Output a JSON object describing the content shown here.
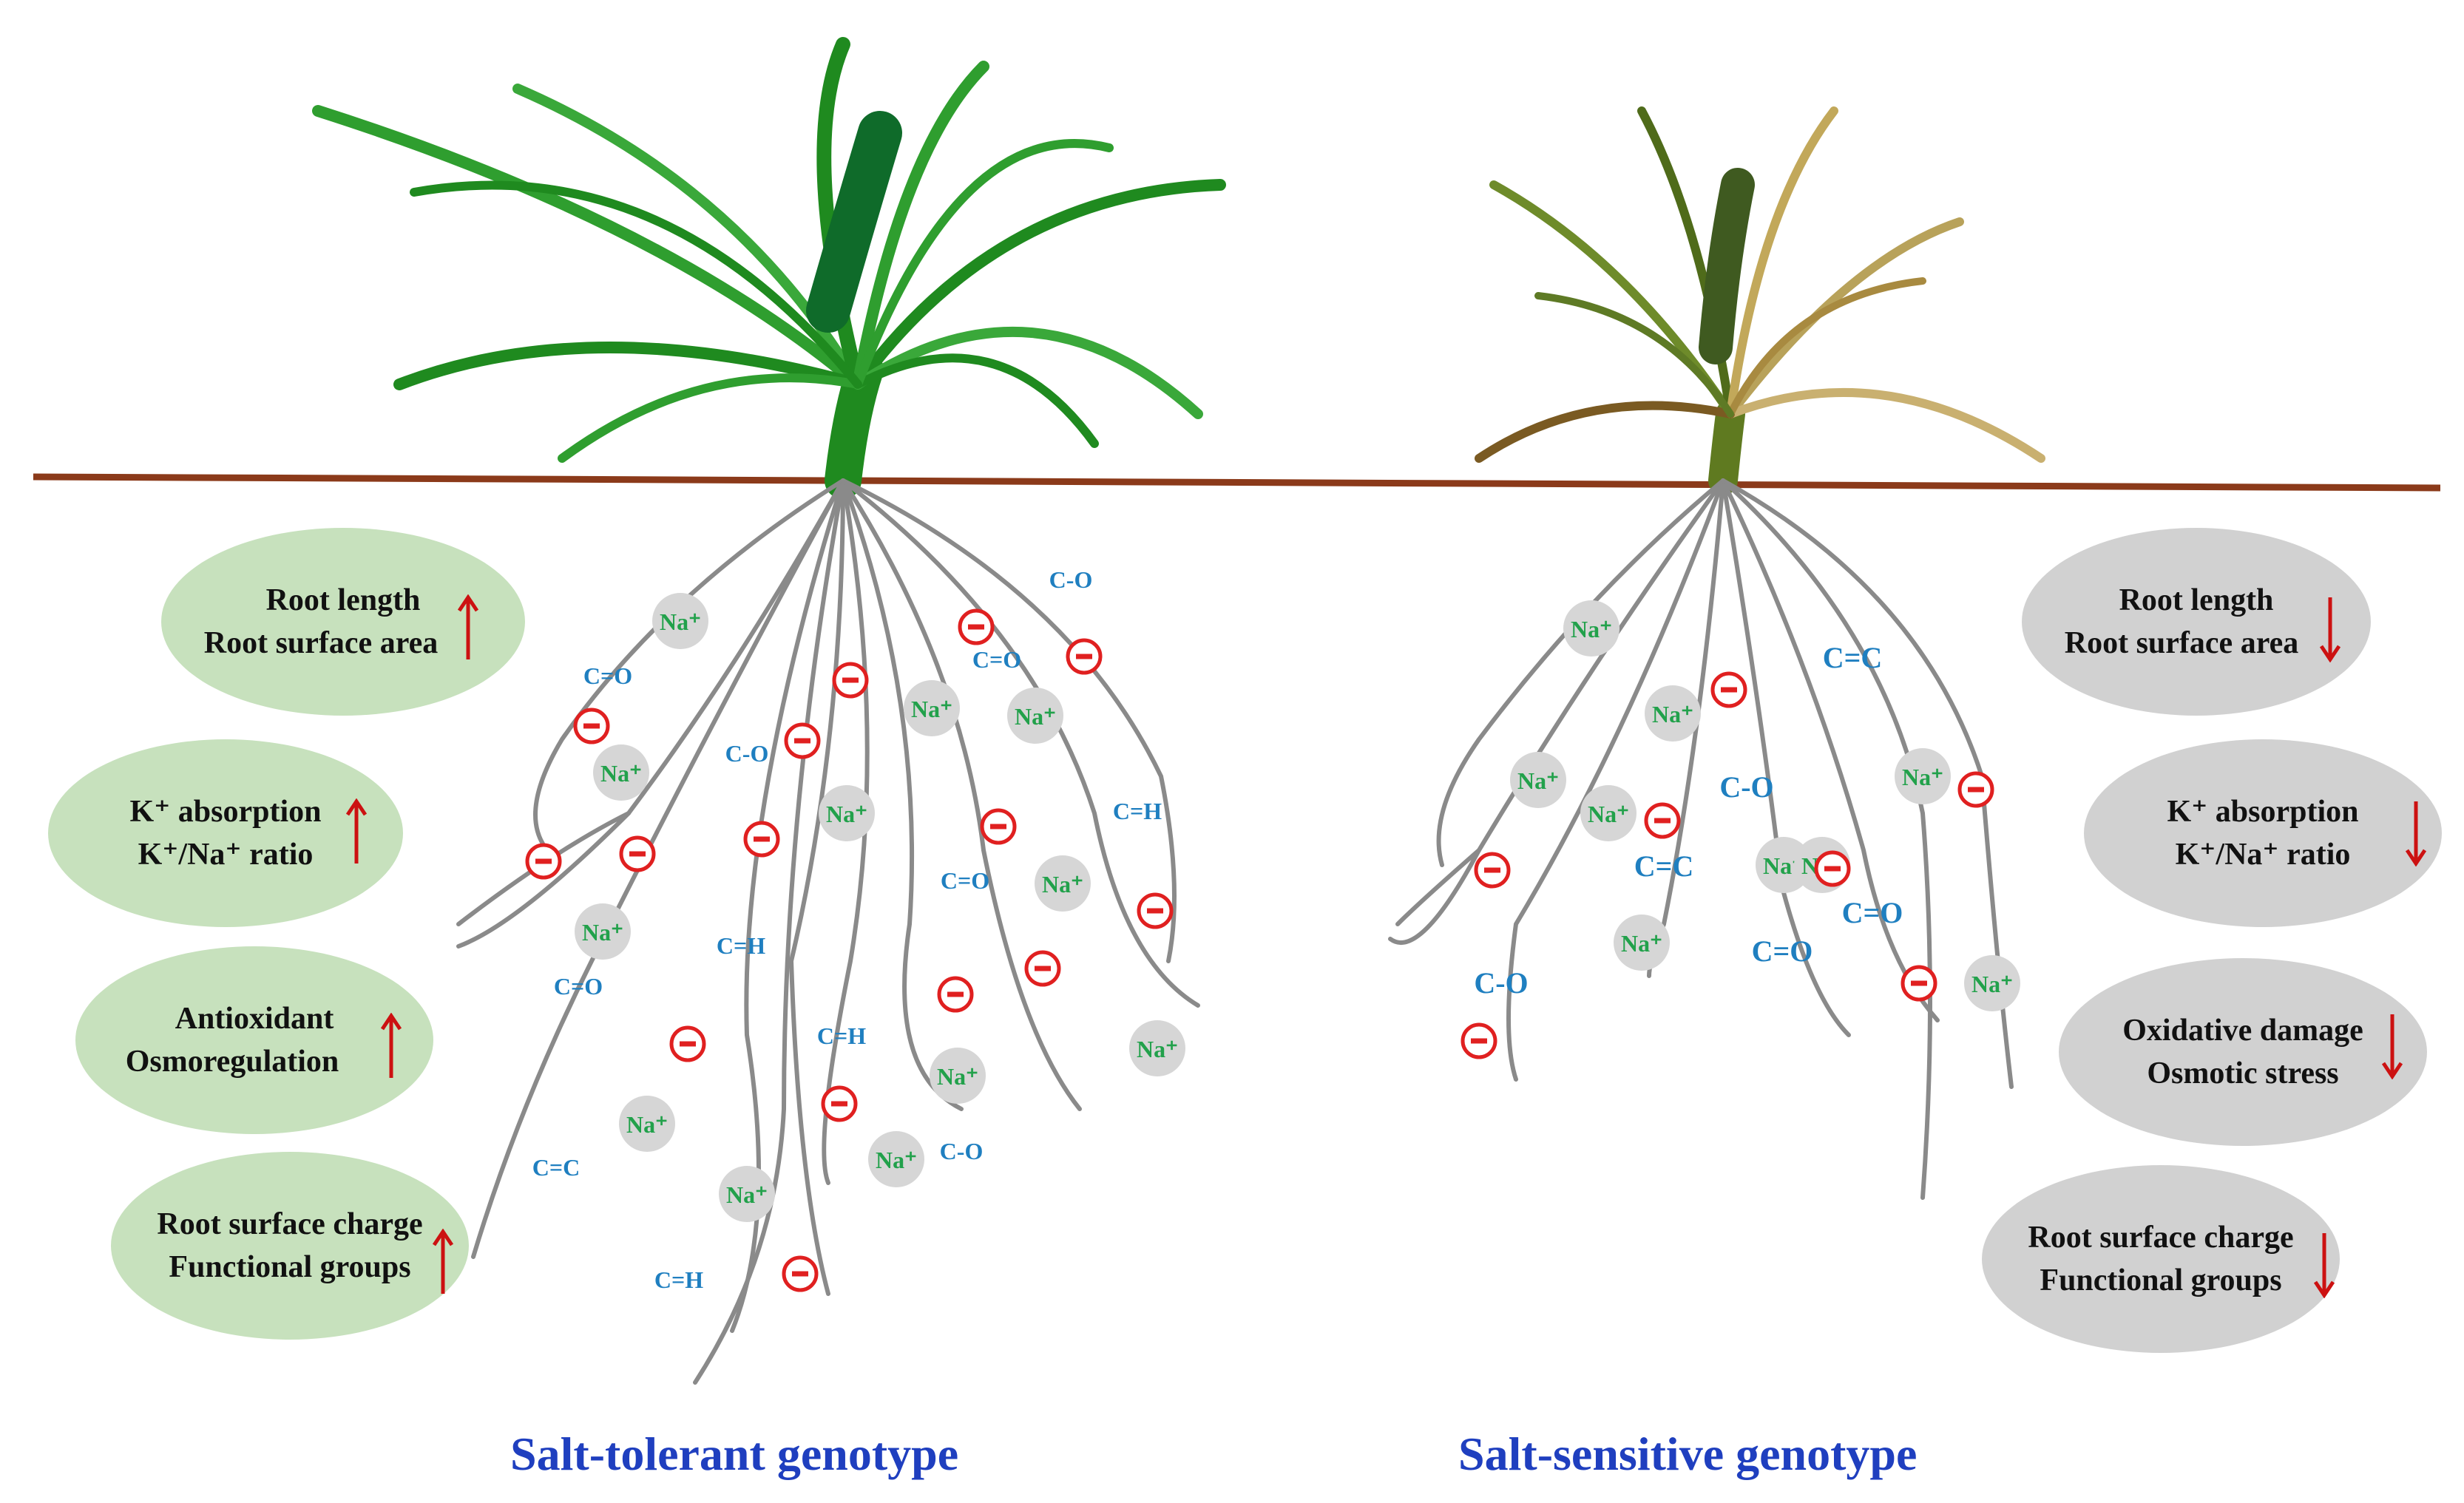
{
  "left_panel": {
    "title": "Salt-tolerant genotype",
    "boxes": [
      {
        "line1": "Root length",
        "line2": "Root surface area",
        "trend": "up"
      },
      {
        "line1": "K⁺ absorption",
        "line2": "K⁺/Na⁺ ratio",
        "trend": "up"
      },
      {
        "line1": "Antioxidant",
        "line2": "Osmoregulation",
        "trend": "up"
      },
      {
        "line1": "Root surface charge",
        "line2": "Functional groups",
        "trend": "up"
      }
    ]
  },
  "right_panel": {
    "title": "Salt-sensitive genotype",
    "boxes": [
      {
        "line1": "Root length",
        "line2": "Root surface area",
        "trend": "down"
      },
      {
        "line1": "K⁺ absorption",
        "line2": "K⁺/Na⁺ ratio",
        "trend": "down"
      },
      {
        "line1": "Oxidative damage",
        "line2": "Osmotic stress",
        "trend": "down"
      },
      {
        "line1": "Root surface charge",
        "line2": "Functional groups",
        "trend": "down"
      }
    ]
  },
  "markers": {
    "sodium": "Na⁺",
    "functional_groups": [
      "C=O",
      "C-O",
      "C=H",
      "C=C"
    ]
  },
  "colors": {
    "soil_line": "#8b3a1a",
    "healthy_leaf": "#2e9a2a",
    "dry_leaf": "#b8a25a",
    "root": "#8a8a8a",
    "sodium_text": "#22a14b",
    "group_text": "#1f7fc0",
    "charge": "#e02020",
    "arrow": "#cc1111",
    "tolerant_box": "#c7e1bd",
    "sensitive_box": "#d1d1d1",
    "title": "#1f3fbf"
  },
  "icons": [
    "negative-charge-icon",
    "up-arrow-icon",
    "down-arrow-icon"
  ]
}
